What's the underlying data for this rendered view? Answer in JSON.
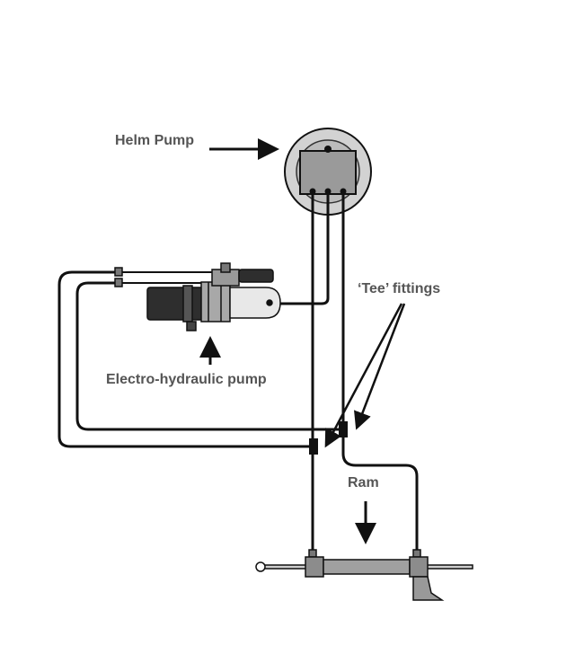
{
  "labels": {
    "helm_pump": "Helm Pump",
    "tee_fittings": "‘Tee’ fittings",
    "electro_hydraulic_pump": "Electro-hydraulic pump",
    "ram": "Ram"
  },
  "colors": {
    "line": "#111111",
    "label_text": "#555555",
    "helm_outer": "#d2d2d2",
    "helm_inner": "#bcbcbc",
    "helm_block": "#9a9a9a",
    "motor_dark": "#2e2e2e",
    "metal": "#a8a8a8",
    "ram_body": "#8c8c8c"
  }
}
